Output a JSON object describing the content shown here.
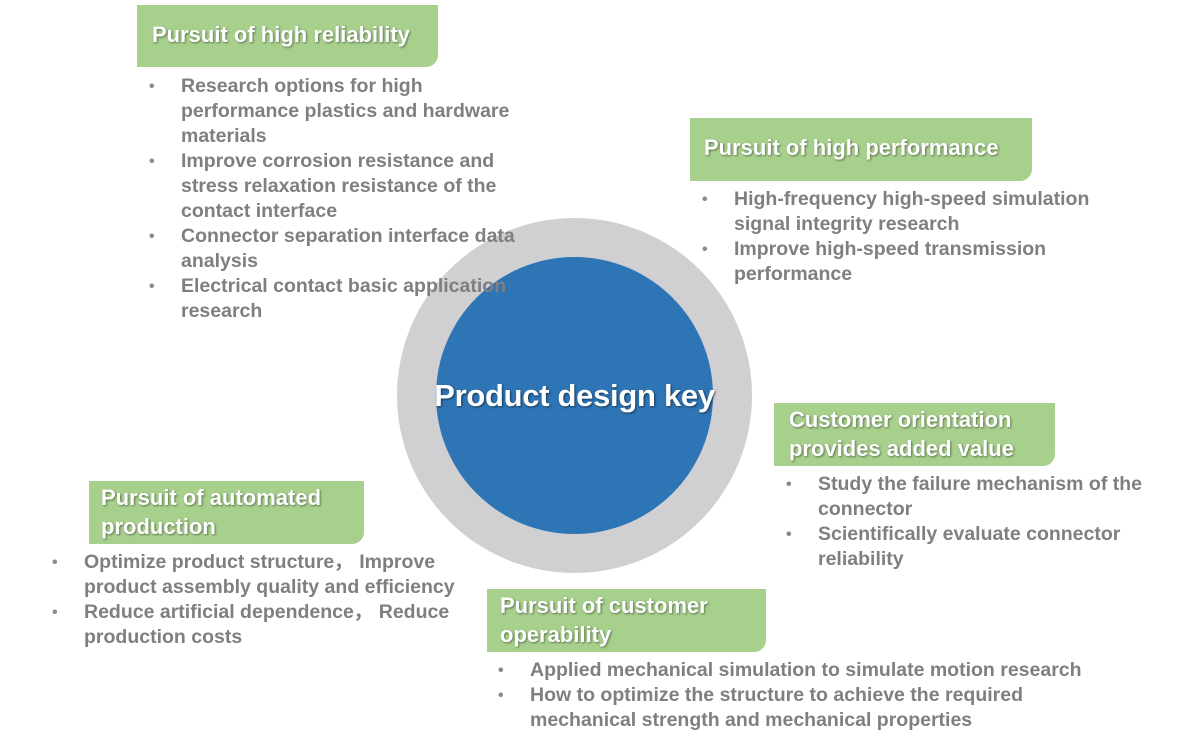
{
  "center": {
    "label": "Product design key"
  },
  "blocks": {
    "reliability": {
      "title": "Pursuit of high reliability",
      "items": [
        "Research options for high performance plastics and hardware materials",
        "Improve corrosion resistance and stress relaxation resistance of the contact interface",
        "Connector separation interface data analysis",
        "Electrical contact basic application research"
      ]
    },
    "performance": {
      "title": "Pursuit of high performance",
      "items": [
        "High-frequency high-speed simulation signal integrity research",
        "Improve high-speed transmission performance"
      ]
    },
    "customer_orientation": {
      "title": "Customer orientation provides added value",
      "items": [
        "Study the failure mechanism of the connector",
        "Scientifically evaluate connector reliability"
      ]
    },
    "automation": {
      "title": "Pursuit of automated production",
      "items": [
        "Optimize product structure， Improve product assembly quality and efficiency",
        "Reduce artificial dependence， Reduce production costs"
      ]
    },
    "operability": {
      "title": "Pursuit of customer operability",
      "items": [
        "Applied mechanical simulation to simulate motion research",
        "How to optimize the structure to achieve the required mechanical strength and mechanical properties"
      ]
    }
  },
  "colors": {
    "core": "#2e75b6",
    "ring": "#d0cfd2",
    "tag": "#a8d08d",
    "bullet_text": "#7f7f7f"
  },
  "icons": {
    "bullet": "•"
  }
}
